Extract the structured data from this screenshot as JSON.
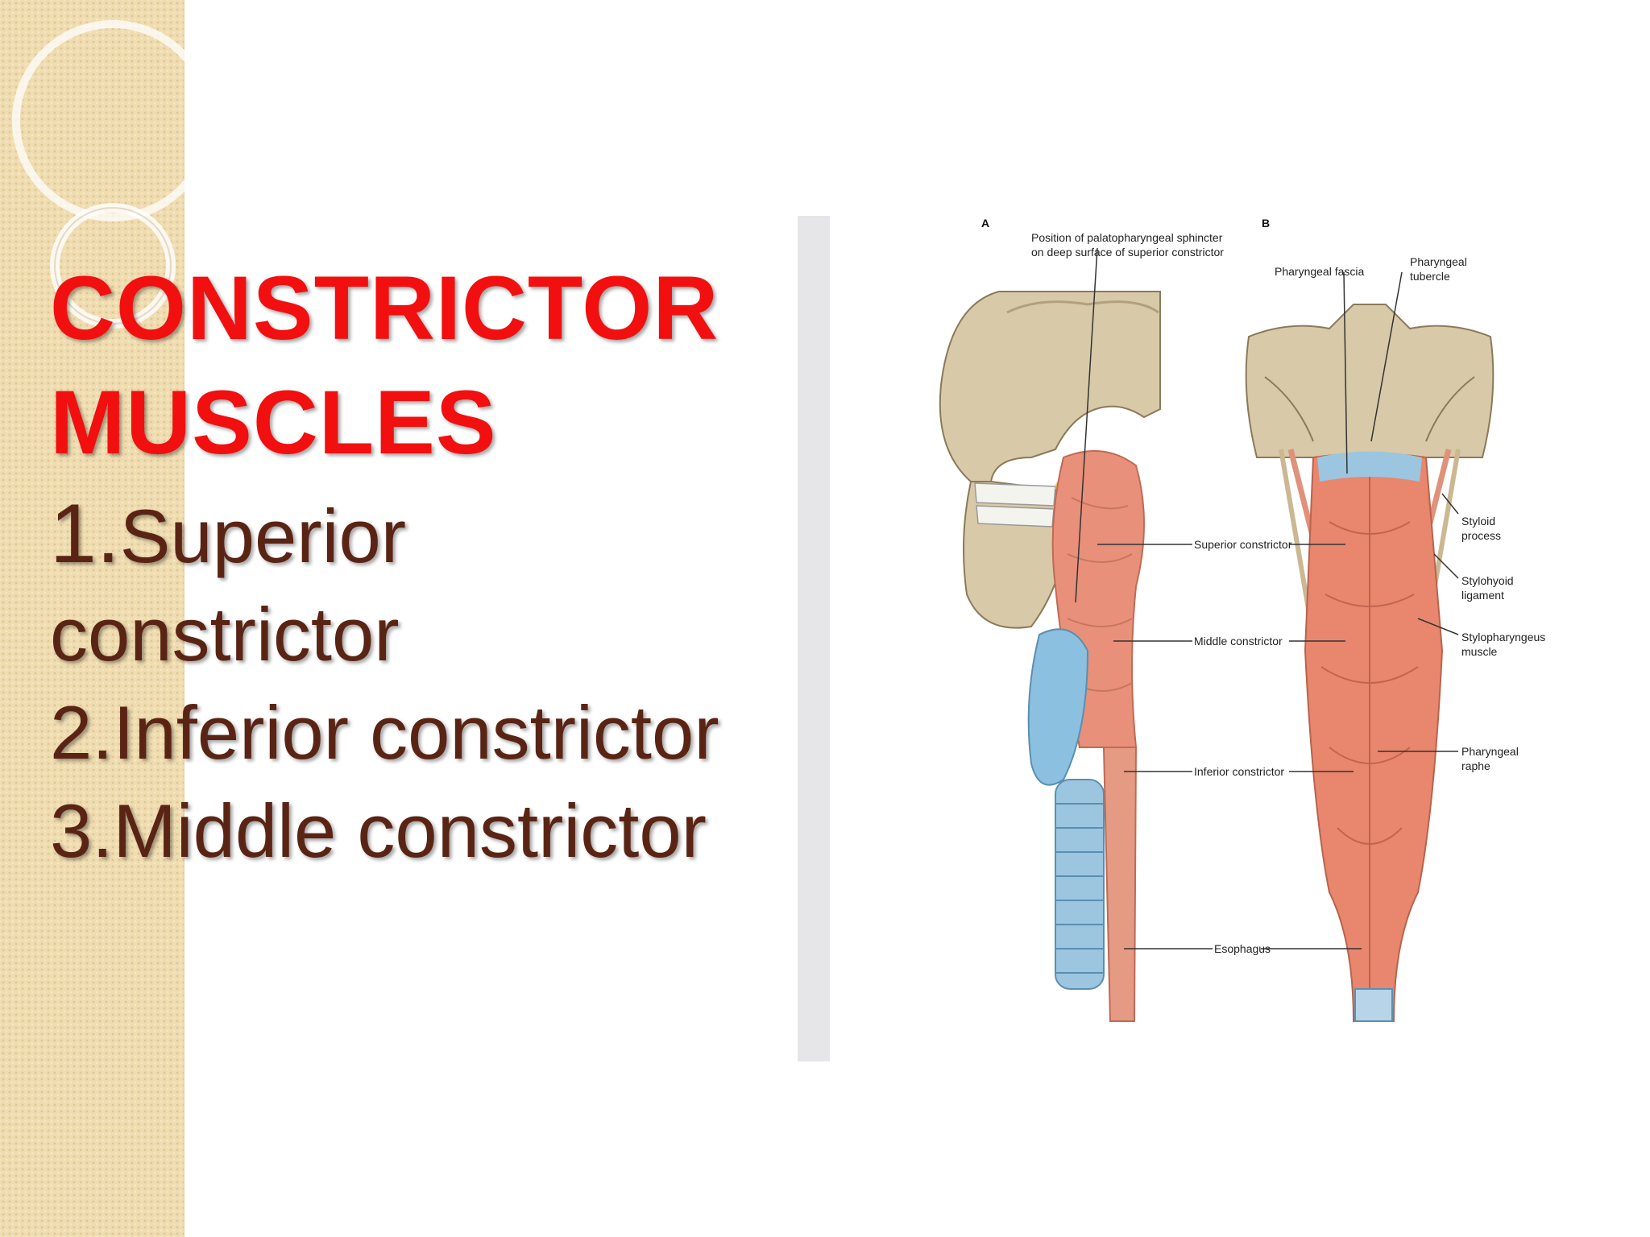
{
  "slide": {
    "title_line1": "CONSTRICTOR",
    "title_line2": "MUSCLES",
    "items": [
      {
        "number": "1.",
        "text": "Superior"
      },
      {
        "text": "constrictor"
      },
      {
        "text": "2.Inferior constrictor"
      },
      {
        "text": "3.Middle constrictor"
      }
    ]
  },
  "figure": {
    "panel_a": "A",
    "panel_b": "B",
    "labels": {
      "palatopharyngeal_1": "Position of palatopharyngeal sphincter",
      "palatopharyngeal_2": "on deep surface of superior constrictor",
      "superior": "Superior constrictor",
      "middle": "Middle constrictor",
      "inferior": "Inferior constrictor",
      "esophagus": "Esophagus",
      "pharyngeal_fascia": "Pharyngeal fascia",
      "pharyngeal_tubercle_1": "Pharyngeal",
      "pharyngeal_tubercle_2": "tubercle",
      "styloid_1": "Styloid",
      "styloid_2": "process",
      "stylohyoid_1": "Stylohyoid",
      "stylohyoid_2": "ligament",
      "stylopharyngeus_1": "Stylopharyngeus",
      "stylopharyngeus_2": "muscle",
      "raphe_1": "Pharyngeal",
      "raphe_2": "raphe"
    }
  },
  "colors": {
    "title": "#f20f0f",
    "body_text": "#5a2414",
    "side_strip": "#efdcb0"
  }
}
